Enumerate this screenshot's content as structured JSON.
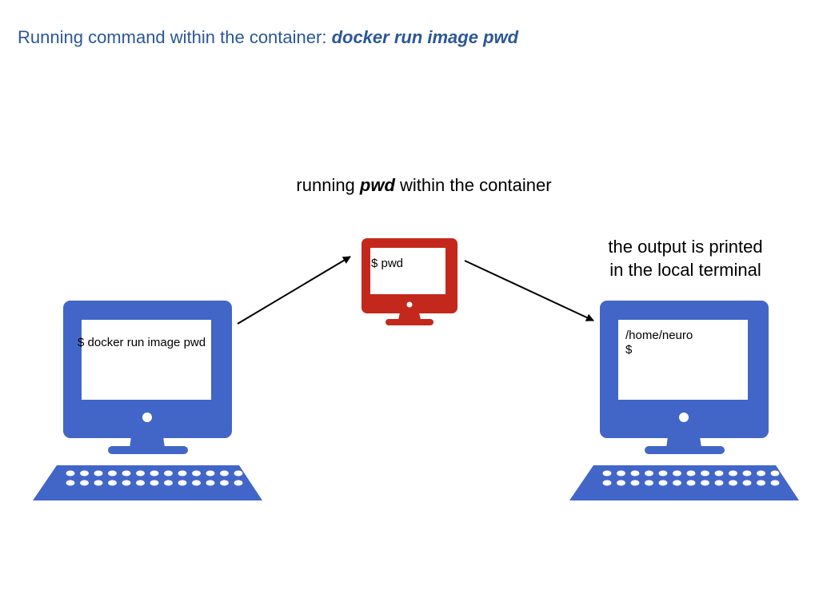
{
  "title": {
    "prefix": "Running command within the container: ",
    "command": "docker run image pwd"
  },
  "container_label": {
    "before": "running ",
    "command": "pwd",
    "after": " within the container"
  },
  "output_label": {
    "line1": "the output is printed",
    "line2": "in the local terminal"
  },
  "local_computer": {
    "screen_text": "$ docker run image pwd",
    "color": "#4266c8"
  },
  "container_computer": {
    "screen_text": "$ pwd",
    "color": "#c4281c"
  },
  "output_computer": {
    "line1": "/home/neuro",
    "line2": "$",
    "color": "#4266c8"
  }
}
